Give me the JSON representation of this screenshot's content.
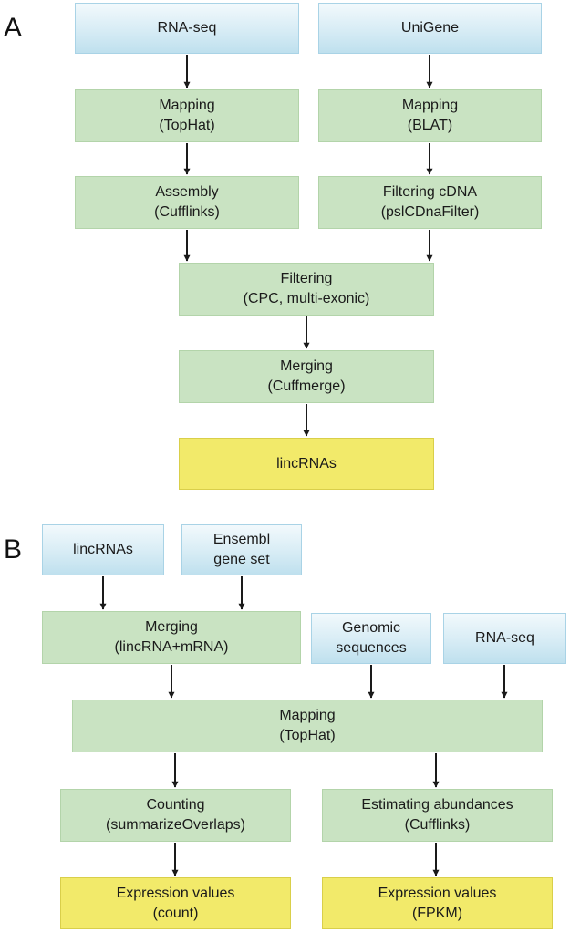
{
  "panel_a": {
    "label": "A",
    "rna_seq": "RNA-seq",
    "unigene": "UniGene",
    "mapping_tophat": [
      "Mapping",
      "(TopHat)"
    ],
    "mapping_blat": [
      "Mapping",
      "(BLAT)"
    ],
    "assembly": [
      "Assembly",
      "(Cufflinks)"
    ],
    "filtering_cdna": [
      "Filtering cDNA",
      "(pslCDnaFilter)"
    ],
    "filtering": [
      "Filtering",
      "(CPC, multi-exonic)"
    ],
    "merging": [
      "Merging",
      "(Cuffmerge)"
    ],
    "lincrnas_out": "lincRNAs"
  },
  "panel_b": {
    "label": "B",
    "lincrnas_in": "lincRNAs",
    "ensembl": [
      "Ensembl",
      "gene set"
    ],
    "merging": [
      "Merging",
      "(lincRNA+mRNA)"
    ],
    "genomic": [
      "Genomic",
      "sequences"
    ],
    "rna_seq": "RNA-seq",
    "mapping": [
      "Mapping",
      "(TopHat)"
    ],
    "counting": [
      "Counting",
      "(summarizeOverlaps)"
    ],
    "estimating": [
      "Estimating abundances",
      "(Cufflinks)"
    ],
    "expr_count": [
      "Expression values",
      "(count)"
    ],
    "expr_fpkm": [
      "Expression values",
      "(FPKM)"
    ]
  }
}
